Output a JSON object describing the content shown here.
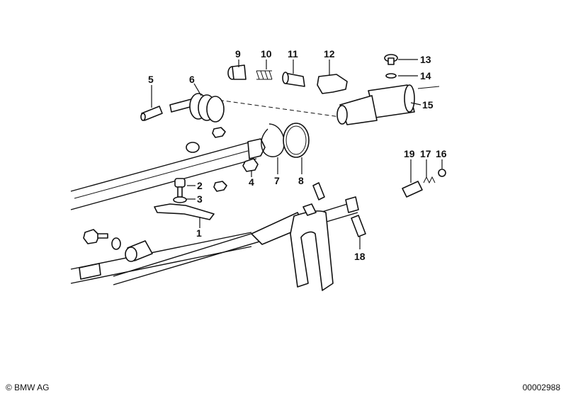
{
  "callouts": {
    "c1": "1",
    "c2": "2",
    "c3": "3",
    "c4": "4",
    "c5": "5",
    "c6": "6",
    "c7": "7",
    "c8": "8",
    "c9": "9",
    "c10": "10",
    "c11": "11",
    "c12": "12",
    "c13": "13",
    "c14": "14",
    "c15": "15",
    "c16": "16",
    "c17": "17",
    "c18": "18",
    "c19": "19"
  },
  "footer": {
    "copyright": "© BMW AG",
    "drawing_number": "00002988"
  }
}
